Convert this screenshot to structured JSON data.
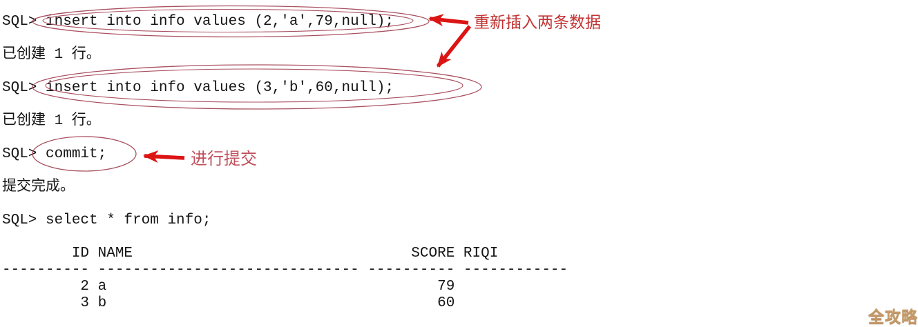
{
  "console": {
    "lines": [
      "SQL> insert into info values (2,'a',79,null);",
      "",
      "已创建 1 行。",
      "",
      "SQL> insert into info values (3,'b',60,null);",
      "",
      "已创建 1 行。",
      "",
      "SQL> commit;",
      "",
      "提交完成。",
      "",
      "SQL> select * from info;",
      "",
      "        ID NAME                                SCORE RIQI",
      "---------- ------------------------------ ---------- ------------",
      "         2 a                                      79",
      "         3 b                                      60"
    ]
  },
  "result_table": {
    "columns": [
      "ID",
      "NAME",
      "SCORE",
      "RIQI"
    ],
    "rows": [
      [
        "2",
        "a",
        "79",
        ""
      ],
      [
        "3",
        "b",
        "60",
        ""
      ]
    ]
  },
  "annotations": {
    "insert_note": "重新插入两条数据",
    "commit_note": "进行提交"
  },
  "watermark": "全攻略",
  "colors": {
    "background": "#ffffff",
    "console_text": "#151515",
    "ellipse_stroke": "#aa5060",
    "arrow": "#dc1414",
    "insert_note_text": "#c23333",
    "commit_note_text": "#c04f5c",
    "watermark_text": "#c69a68"
  }
}
